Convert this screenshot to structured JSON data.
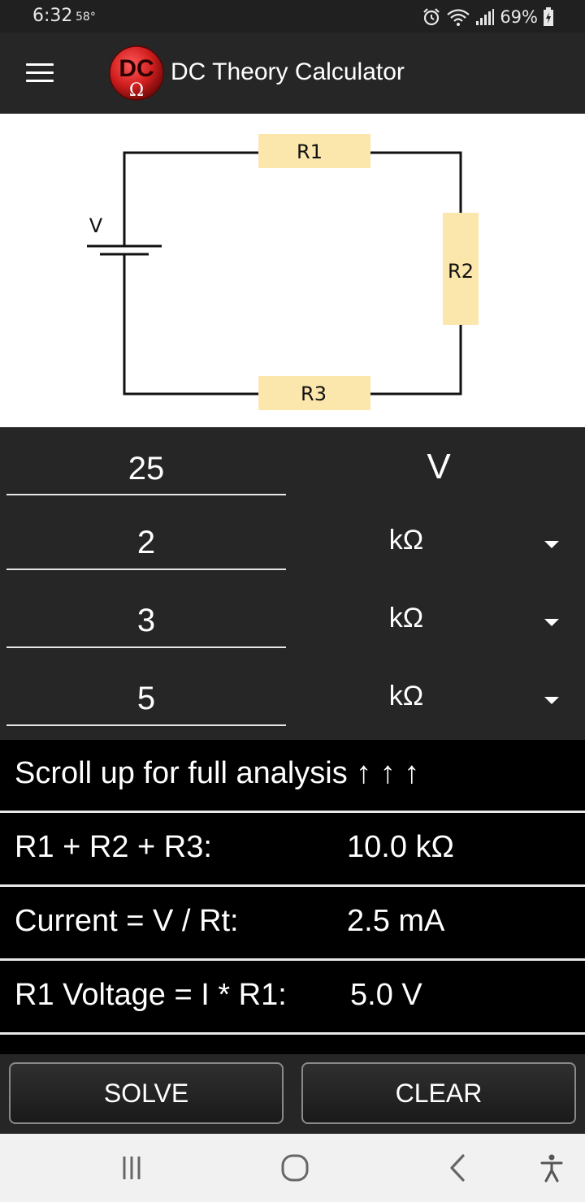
{
  "status_bar": {
    "time": "6:32",
    "temperature": "58°",
    "battery": "69%"
  },
  "app_bar": {
    "title": "DC Theory Calculator",
    "logo_text": "DC",
    "logo_symbol": "Ω"
  },
  "diagram": {
    "source_label": "V",
    "r1_label": "R1",
    "r2_label": "R2",
    "r3_label": "R3"
  },
  "inputs": {
    "voltage": {
      "value": "25",
      "unit": "V"
    },
    "r1": {
      "value": "2",
      "unit": "kΩ"
    },
    "r2": {
      "value": "3",
      "unit": "kΩ"
    },
    "r3": {
      "value": "5",
      "unit": "kΩ"
    }
  },
  "results": {
    "hint": "Scroll up for full analysis ↑ ↑ ↑",
    "rows": [
      {
        "label": "R1 + R2 + R3:",
        "value": "10.0 kΩ"
      },
      {
        "label": "Current = V / Rt:",
        "value": "2.5 mA"
      },
      {
        "label": "R1 Voltage = I * R1:",
        "value": "5.0 V"
      }
    ]
  },
  "buttons": {
    "solve": "SOLVE",
    "clear": "CLEAR"
  },
  "colors": {
    "resistor_fill": "#fbe6ac",
    "app_bar": "#262626",
    "logo_red": "#d11f1f"
  }
}
